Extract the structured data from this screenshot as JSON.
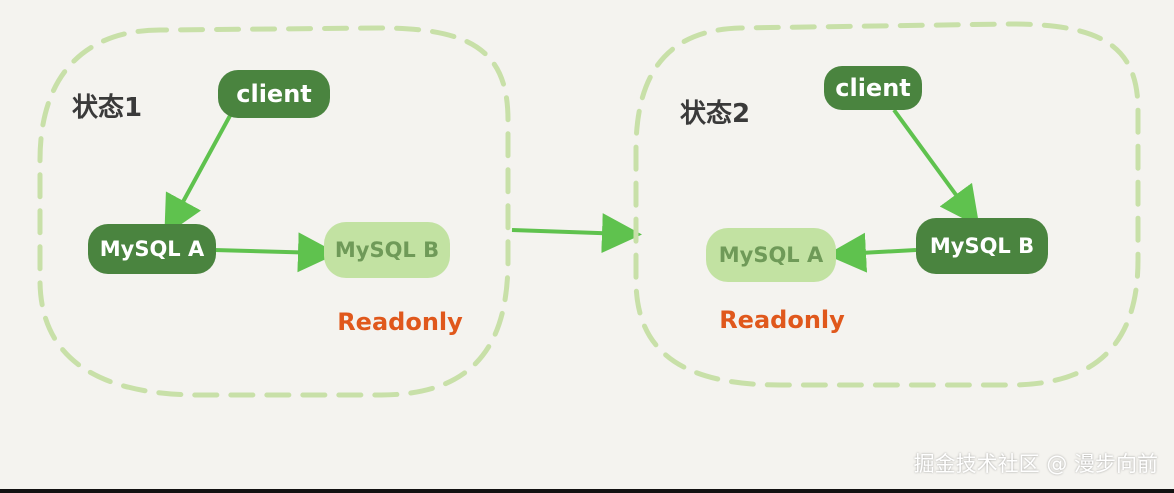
{
  "colors": {
    "background": "#f4f3ef",
    "dashed_border": "#c8e0a8",
    "arrow": "#5fc24e",
    "node_dark": "#4a843f",
    "node_light": "#c2e2a2",
    "node_dark_text": "#ffffff",
    "node_light_text": "#6f9a58",
    "readonly": "#e0581c",
    "state_label": "#3a3a3a"
  },
  "diagram": {
    "state1": {
      "label": "状态1",
      "client": "client",
      "mysql_a": "MySQL A",
      "mysql_b": "MySQL B",
      "readonly": "Readonly"
    },
    "state2": {
      "label": "状态2",
      "client": "client",
      "mysql_a": "MySQL A",
      "mysql_b": "MySQL B",
      "readonly": "Readonly"
    }
  },
  "watermark": "掘金技术社区 @ 漫步向前"
}
